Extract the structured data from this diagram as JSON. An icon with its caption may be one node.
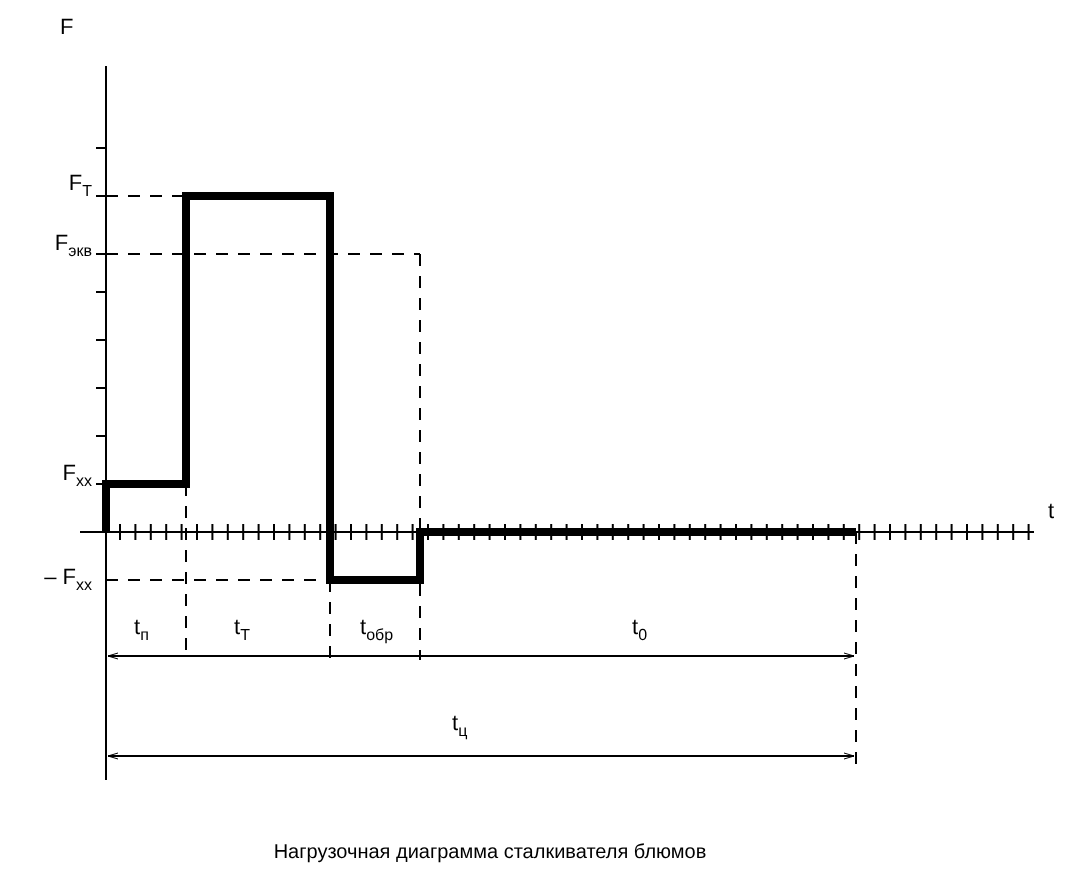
{
  "diagram": {
    "caption": "Нагрузочная диаграмма сталкивателя блюмов",
    "labels": [
      "F",
      "F$_{Т}$",
      "F$_{экв}$",
      "F$_{хх}$",
      "t",
      "– F$_{хх}$",
      "t$_{п}$",
      "t$_{Т}$",
      "t$_{обр}$",
      "t$_{0}$",
      "t$_{ц}$"
    ]
  }
}
